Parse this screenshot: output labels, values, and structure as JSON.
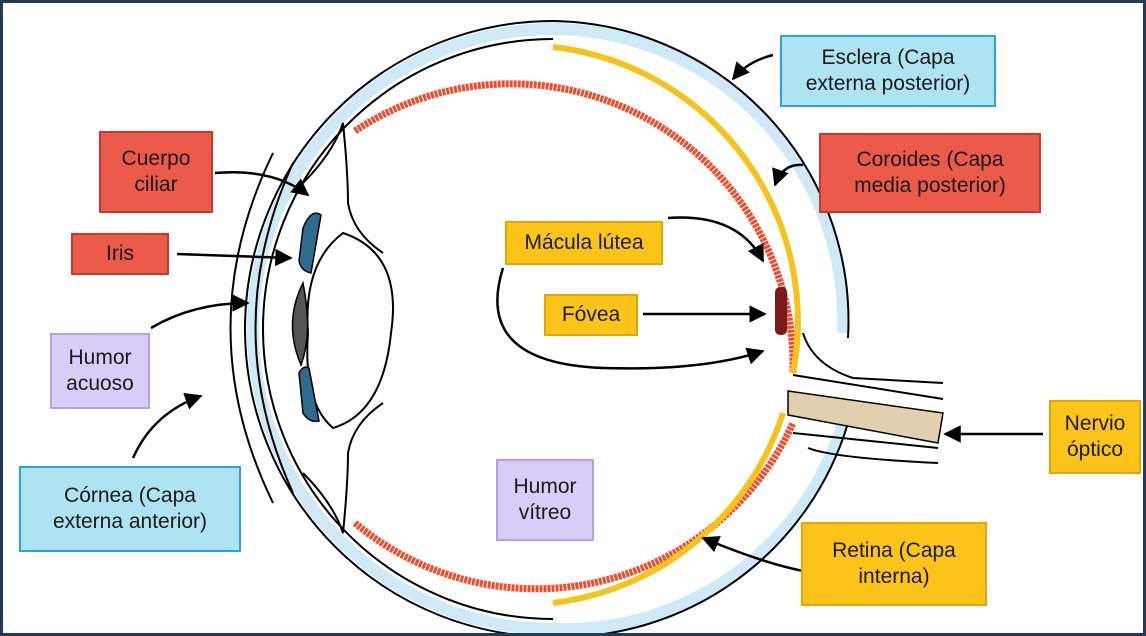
{
  "labels": {
    "esclera": {
      "line1": "Esclera (Capa",
      "line2": "externa posterior)"
    },
    "coroides": {
      "line1": "Coroides (Capa",
      "line2": "media posterior)"
    },
    "cuerpo_ciliar": {
      "line1": "Cuerpo",
      "line2": "ciliar"
    },
    "iris": {
      "text": "Iris"
    },
    "humor_acuoso": {
      "line1": "Humor",
      "line2": "acuoso"
    },
    "cornea": {
      "line1": "Córnea (Capa",
      "line2": "externa anterior)"
    },
    "macula": {
      "text": "Mácula lútea"
    },
    "fovea": {
      "text": "Fóvea"
    },
    "humor_vitreo": {
      "line1": "Humor",
      "line2": "vítreo"
    },
    "nervio": {
      "line1": "Nervio",
      "line2": "óptico"
    },
    "retina": {
      "line1": "Retina (Capa",
      "line2": "interna)"
    }
  },
  "colors": {
    "frame": "#1f3a5a",
    "sclera": "#cfeaf6",
    "choroid": "#ef4c2c",
    "retina": "#f5c31c",
    "fovea": "#7a1a1a",
    "iris": "#2f6a8f",
    "lens_pupil": "#555555",
    "optic_nerve": "#e2cfb0"
  }
}
